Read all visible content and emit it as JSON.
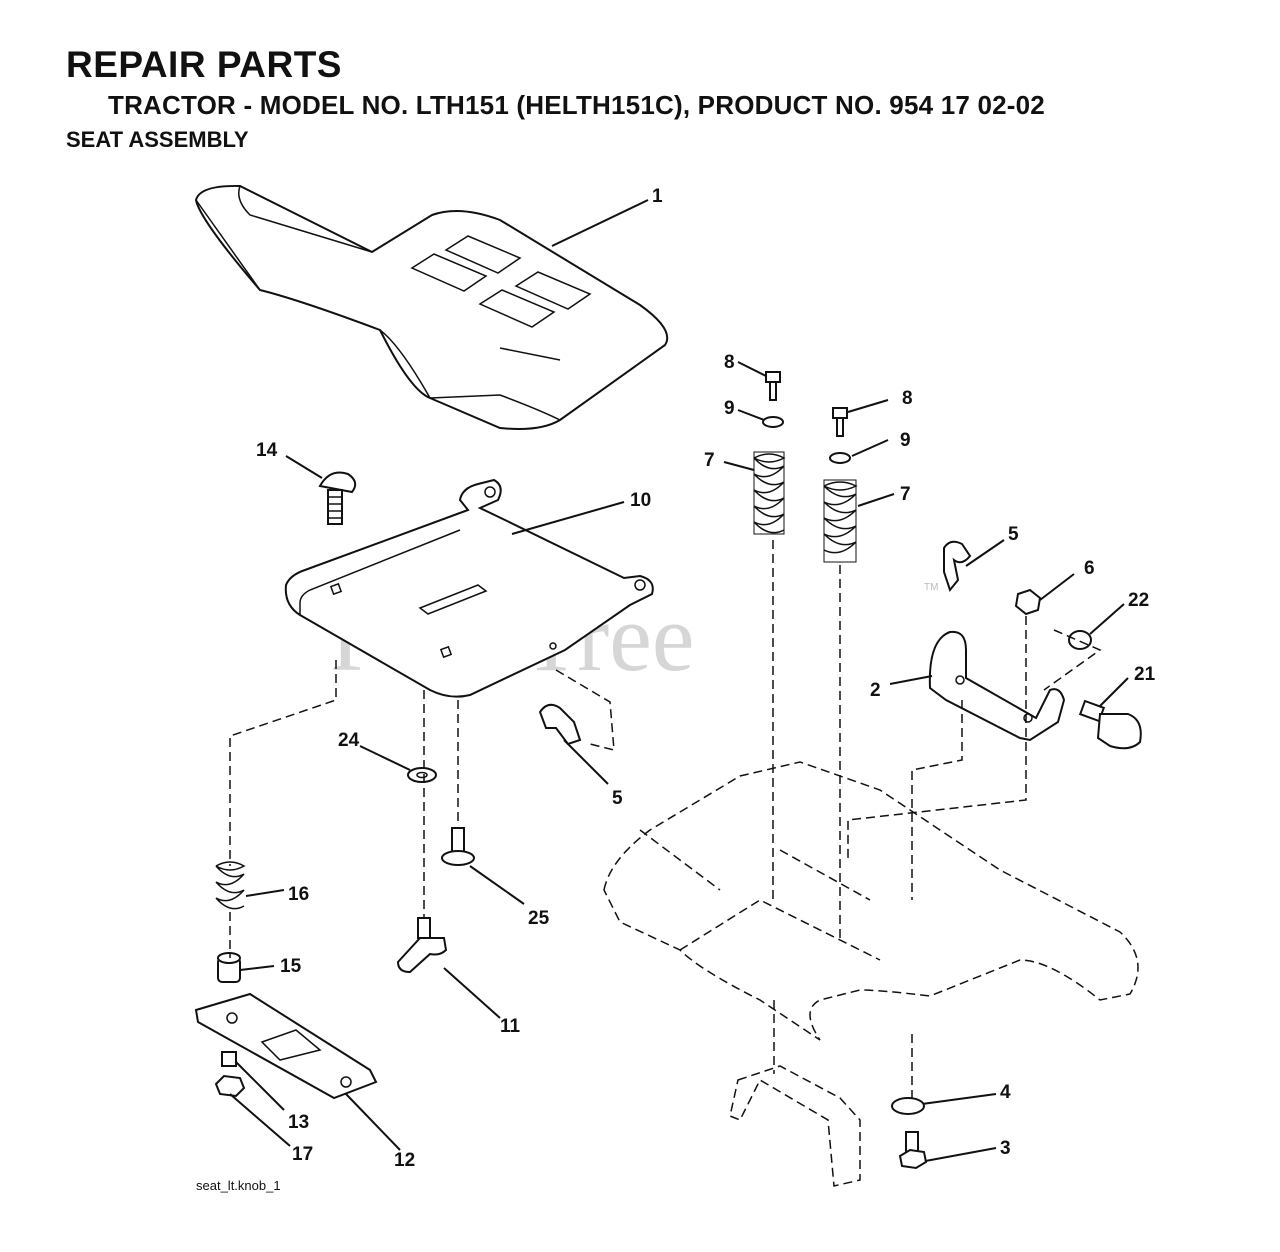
{
  "header": {
    "title": "REPAIR PARTS",
    "subtitle": "TRACTOR - MODEL NO. LTH151 (HELTH151C), PRODUCT NO. 954 17 02-02",
    "section": "SEAT ASSEMBLY"
  },
  "watermark": "PartsTree",
  "watermark_tm": "TM",
  "footer": {
    "drawing_id": "seat_lt.knob_1"
  },
  "callouts": [
    "1",
    "8",
    "9",
    "8",
    "9",
    "7",
    "7",
    "14",
    "10",
    "5",
    "6",
    "22",
    "2",
    "21",
    "24",
    "5",
    "16",
    "25",
    "15",
    "11",
    "13",
    "17",
    "12",
    "4",
    "3"
  ]
}
